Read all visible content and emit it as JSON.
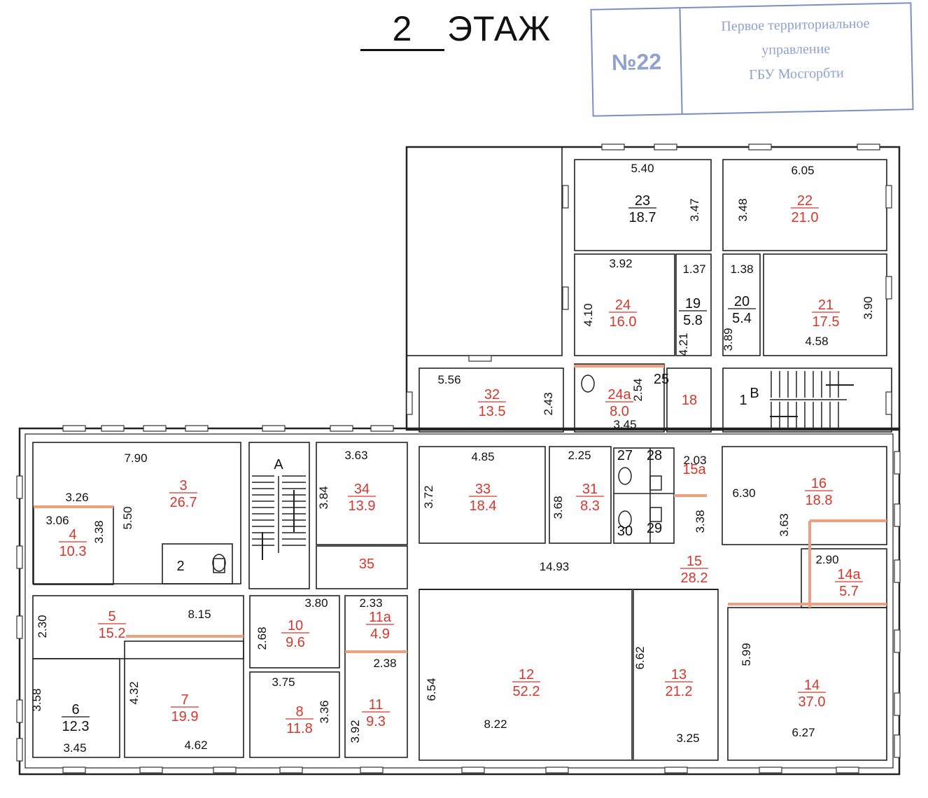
{
  "title": {
    "floor_number": "2",
    "floor_word": "ЭТАЖ"
  },
  "stamp": {
    "number": "№22",
    "lines": [
      "Первое территориальное",
      "управление",
      "ГБУ Мосгорбти"
    ]
  },
  "colors": {
    "wall": "#222222",
    "room_label": "#d9362b",
    "dim": "#111111",
    "accent": "#f0a080",
    "stamp": "#7a8fc4"
  },
  "stairs": {
    "a": "А",
    "b": "В"
  },
  "rooms": [
    {
      "id": "3",
      "area": "26.7",
      "tone": "red"
    },
    {
      "id": "4",
      "area": "10.3",
      "tone": "red"
    },
    {
      "id": "2",
      "area": "",
      "tone": "black"
    },
    {
      "id": "5",
      "area": "15.2",
      "tone": "red"
    },
    {
      "id": "6",
      "area": "12.3",
      "tone": "black"
    },
    {
      "id": "7",
      "area": "19.9",
      "tone": "red"
    },
    {
      "id": "34",
      "area": "13.9",
      "tone": "red"
    },
    {
      "id": "35",
      "area": "",
      "tone": "red"
    },
    {
      "id": "10",
      "area": "9.6",
      "tone": "red"
    },
    {
      "id": "8",
      "area": "11.8",
      "tone": "red"
    },
    {
      "id": "11а",
      "area": "4.9",
      "tone": "red"
    },
    {
      "id": "11",
      "area": "9.3",
      "tone": "red"
    },
    {
      "id": "32",
      "area": "13.5",
      "tone": "red"
    },
    {
      "id": "33",
      "area": "18.4",
      "tone": "red"
    },
    {
      "id": "31",
      "area": "8.3",
      "tone": "red"
    },
    {
      "id": "12",
      "area": "52.2",
      "tone": "red"
    },
    {
      "id": "13",
      "area": "21.2",
      "tone": "red"
    },
    {
      "id": "14",
      "area": "37.0",
      "tone": "red"
    },
    {
      "id": "14а",
      "area": "5.7",
      "tone": "red"
    },
    {
      "id": "15",
      "area": "28.2",
      "tone": "red"
    },
    {
      "id": "15а",
      "area": "",
      "tone": "red"
    },
    {
      "id": "16",
      "area": "18.8",
      "tone": "red"
    },
    {
      "id": "23",
      "area": "18.7",
      "tone": "black"
    },
    {
      "id": "22",
      "area": "21.0",
      "tone": "red"
    },
    {
      "id": "24",
      "area": "16.0",
      "tone": "red"
    },
    {
      "id": "19",
      "area": "5.8",
      "tone": "black"
    },
    {
      "id": "20",
      "area": "5.4",
      "tone": "black"
    },
    {
      "id": "21",
      "area": "17.5",
      "tone": "red"
    },
    {
      "id": "24а",
      "area": "8.0",
      "tone": "red"
    },
    {
      "id": "25",
      "area": "",
      "tone": "black"
    },
    {
      "id": "18",
      "area": "",
      "tone": "red"
    },
    {
      "id": "27",
      "area": "",
      "tone": "black"
    },
    {
      "id": "28",
      "area": "",
      "tone": "black"
    },
    {
      "id": "29",
      "area": "",
      "tone": "black"
    },
    {
      "id": "30",
      "area": "",
      "tone": "black"
    },
    {
      "id": "1",
      "area": "",
      "tone": "black"
    }
  ],
  "dimensions": [
    "7.90",
    "3.26",
    "3.06",
    "5.50",
    "3.38",
    "2.30",
    "8.15",
    "3.58",
    "3.45",
    "4.32",
    "4.62",
    "3.63",
    "3.84",
    "3.80",
    "2.68",
    "3.75",
    "3.36",
    "2.33",
    "2.38",
    "3.92",
    "5.56",
    "2.43",
    "4.85",
    "3.72",
    "2.25",
    "3.68",
    "14.93",
    "6.54",
    "8.22",
    "6.62",
    "3.25",
    "5.99",
    "6.27",
    "2.90",
    "2.03",
    "6.30",
    "3.63",
    "3.38",
    "5.40",
    "3.47",
    "6.05",
    "3.48",
    "3.92",
    "4.10",
    "1.37",
    "3.89",
    "1.38",
    "3.90",
    "4.58",
    "4.21",
    "2.54",
    "3.45"
  ]
}
